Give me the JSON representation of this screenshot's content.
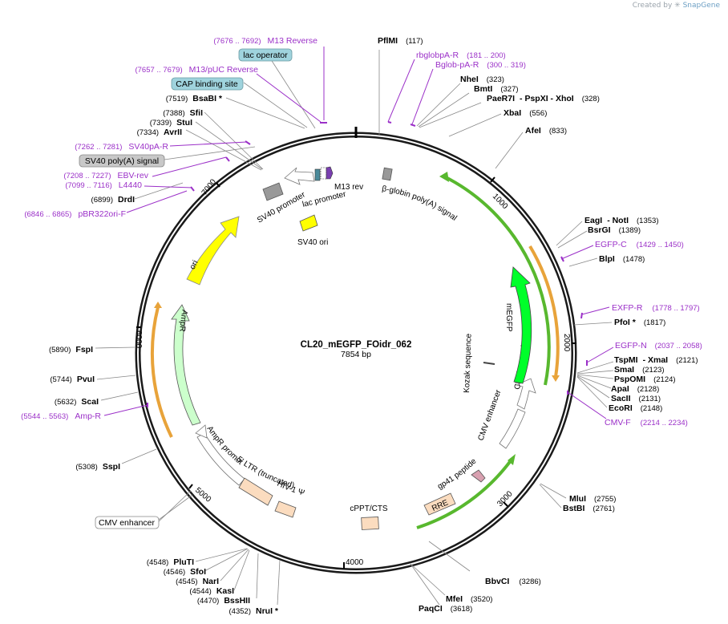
{
  "watermark": {
    "created_by": "Created by",
    "brand": "SnapGene"
  },
  "plasmid": {
    "name": "CL20_mEGFP_FOidr_062",
    "length": "7854 bp",
    "total_bp": 7854
  },
  "ticks": [
    "1000",
    "2000",
    "3000",
    "4000",
    "5000",
    "6000",
    "7000"
  ],
  "enzymes": [
    {
      "name": "PflMI",
      "pos": "(117)"
    },
    {
      "name": "NheI",
      "pos": "(323)"
    },
    {
      "name": "BmtI",
      "pos": "(327)"
    },
    {
      "name": "PaeR7I",
      "extra": "-  PspXI  -  XhoI",
      "pos": "(328)"
    },
    {
      "name": "XbaI",
      "pos": "(556)"
    },
    {
      "name": "AfeI",
      "pos": "(833)"
    },
    {
      "name": "EagI",
      "extra": "-  NotI",
      "pos": "(1353)"
    },
    {
      "name": "BsrGI",
      "pos": "(1389)"
    },
    {
      "name": "BlpI",
      "pos": "(1478)"
    },
    {
      "name": "PfoI *",
      "pos": "(1817)"
    },
    {
      "name": "TspMI",
      "extra": "-  XmaI",
      "pos": "(2121)"
    },
    {
      "name": "SmaI",
      "pos": "(2123)"
    },
    {
      "name": "PspOMI",
      "pos": "(2124)"
    },
    {
      "name": "ApaI",
      "pos": "(2128)"
    },
    {
      "name": "SacII",
      "pos": "(2131)"
    },
    {
      "name": "EcoRI",
      "pos": "(2148)"
    },
    {
      "name": "MluI",
      "pos": "(2755)"
    },
    {
      "name": "BstBI",
      "pos": "(2761)"
    },
    {
      "name": "BbvCI",
      "pos": "(3286)"
    },
    {
      "name": "MfeI",
      "pos": "(3520)"
    },
    {
      "name": "PaqCI",
      "pos": "(3618)"
    },
    {
      "name": "NruI *",
      "pos": "(4352)"
    },
    {
      "name": "BssHII",
      "pos": "(4470)"
    },
    {
      "name": "KasI",
      "pos": "(4544)"
    },
    {
      "name": "NarI",
      "pos": "(4545)"
    },
    {
      "name": "SfoI",
      "pos": "(4546)"
    },
    {
      "name": "PluTI",
      "pos": "(4548)"
    },
    {
      "name": "SspI",
      "pos": "(5308)"
    },
    {
      "name": "ScaI",
      "pos": "(5632)"
    },
    {
      "name": "PvuI",
      "pos": "(5744)"
    },
    {
      "name": "FspI",
      "pos": "(5890)"
    },
    {
      "name": "DrdI",
      "pos": "(6899)"
    },
    {
      "name": "AvrII",
      "pos": "(7334)"
    },
    {
      "name": "StuI",
      "pos": "(7339)"
    },
    {
      "name": "SfiI",
      "pos": "(7388)"
    },
    {
      "name": "BsaBI *",
      "pos": "(7519)"
    }
  ],
  "primers": [
    {
      "name": "M13 Reverse",
      "range": "(7676 .. 7692)"
    },
    {
      "name": "M13/pUC Reverse",
      "range": "(7657 .. 7679)"
    },
    {
      "name": "rbglobpA-R",
      "range": "(181 .. 200)"
    },
    {
      "name": "Bglob-pA-R",
      "range": "(300 .. 319)"
    },
    {
      "name": "SV40pA-R",
      "range": "(7262 .. 7281)"
    },
    {
      "name": "EBV-rev",
      "range": "(7208 .. 7227)"
    },
    {
      "name": "L4440",
      "range": "(7099 .. 7116)"
    },
    {
      "name": "pBR322ori-F",
      "range": "(6846 .. 6865)"
    },
    {
      "name": "EGFP-C",
      "range": "(1429 .. 1450)"
    },
    {
      "name": "EXFP-R",
      "range": "(1778 .. 1797)"
    },
    {
      "name": "EGFP-N",
      "range": "(2037 .. 2058)"
    },
    {
      "name": "CMV-F",
      "range": "(2214 .. 2234)"
    },
    {
      "name": "Amp-R",
      "range": "(5544 .. 5563)"
    }
  ],
  "boxed_labels": {
    "lac_operator": "lac operator",
    "cap_binding_site": "CAP binding site",
    "sv40_polya_signal": "SV40 poly(A) signal",
    "cmv_enhancer": "CMV enhancer"
  },
  "features": {
    "m13_rev": "M13 rev",
    "lac_promoter": "lac promoter",
    "sv40_promoter": "SV40 promoter",
    "sv40_ori": "SV40 ori",
    "ori": "ori",
    "beta_globin": "β-globin poly(A) signal",
    "megfp": "mEGFP",
    "kozak": "Kozak sequence",
    "cmv_promoter": "CMV promoter",
    "cmv_enhancer": "CMV enhancer",
    "gp41": "gp41 peptide",
    "rre": "RRE",
    "cppt": "cPPT/CTS",
    "hiv": "HIV-1 Ψ",
    "ltr": "5' LTR (truncated)",
    "ampr_promoter": "AmpR promoter",
    "ampr": "AmpR"
  },
  "colors": {
    "enzyme": "#000000",
    "primer": "#9b30c8",
    "primer_pos": "#b040d0",
    "ori": "#ffff00",
    "egfp": "#00ff2a",
    "ampr": "#ccffcc",
    "ltr": "#fbdcbf",
    "orf_orange": "#e8a33a",
    "orf_green": "#58b82e",
    "box_teal": "#9fd3dd",
    "box_gray": "#c8c8c8"
  }
}
